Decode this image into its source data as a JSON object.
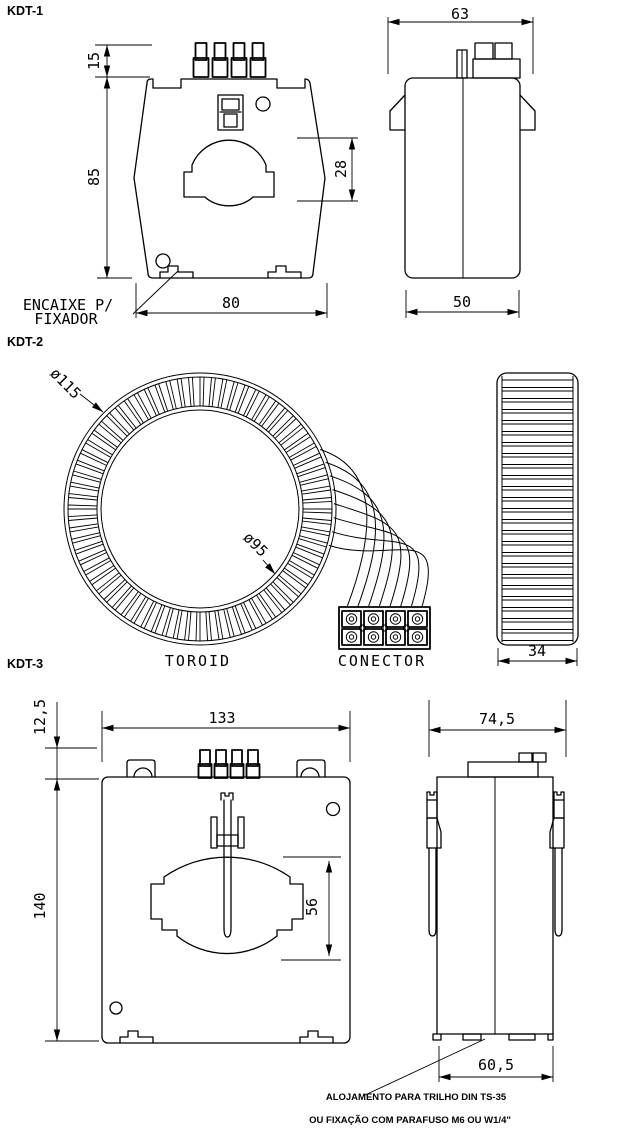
{
  "drawing": {
    "kdt1": {
      "label": "KDT-1",
      "front": {
        "dim_terminal": "15",
        "dim_body_height": "85",
        "dim_window_height": "28",
        "dim_body_width": "80",
        "note_line1": "ENCAIXE P/",
        "note_line2": "FIXADOR"
      },
      "side": {
        "dim_top_width": "63",
        "dim_bottom_width": "50"
      }
    },
    "kdt2": {
      "label": "KDT-2",
      "toroid_caption": "TOROID",
      "connector_caption": "CONECTOR",
      "dim_outer_diameter": "ø115",
      "dim_inner_diameter": "ø95",
      "dim_side_width": "34"
    },
    "kdt3": {
      "label": "KDT-3",
      "front": {
        "dim_terminal": "12,5",
        "dim_body_width": "133",
        "dim_body_height": "140",
        "dim_window_height": "56"
      },
      "side": {
        "dim_top_width": "74,5",
        "dim_rail_width": "60,5",
        "note_line1": "ALOJAMENTO PARA TRILHO DIN TS-35",
        "note_line2": "OU FIXAÇÃO COM PARAFUSO M6 OU W1/4\""
      }
    }
  }
}
